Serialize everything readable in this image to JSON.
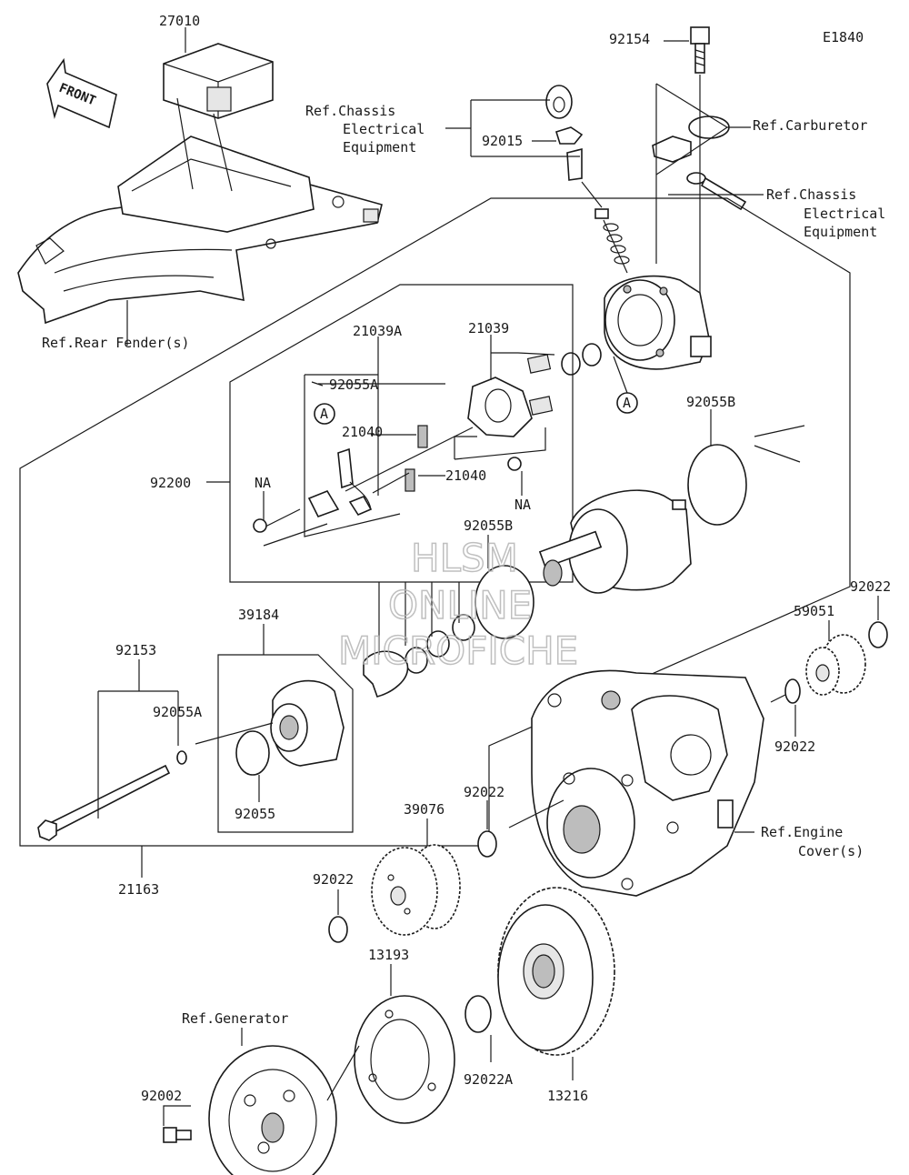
{
  "figure_code": "E1840",
  "front_label": "FRONT",
  "watermark": {
    "line1": "HLSM",
    "line2": "ONLINE",
    "line3": "MICROFICHE"
  },
  "callouts": {
    "p27010": "27010",
    "p92154": "92154",
    "ref_chassis_1": [
      "Ref.Chassis",
      "Electrical",
      "Equipment"
    ],
    "p92015": "92015",
    "ref_carburetor": "Ref.Carburetor",
    "ref_chassis_2": [
      "Ref.Chassis",
      "Electrical",
      "Equipment"
    ],
    "ref_rear_fender": "Ref.Rear Fender(s)",
    "p21039A": "21039A",
    "p21039": "21039",
    "p92055A_top": "92055A",
    "circle_a_1": "A",
    "circle_a_2": "A",
    "p21040_1": "21040",
    "p21040_2": "21040",
    "p92055B_top": "92055B",
    "p92200": "92200",
    "na_1": "NA",
    "na_2": "NA",
    "p92055B_mid": "92055B",
    "p92022_right": "92022",
    "p59051": "59051",
    "p39184": "39184",
    "p92153": "92153",
    "p92055A_left": "92055A",
    "p92022_mid": "92022",
    "p92055": "92055",
    "p92022_center": "92022",
    "p39076": "39076",
    "ref_engine_cover": [
      "Ref.Engine",
      "Cover(s)"
    ],
    "p21163": "21163",
    "p92022_low": "92022",
    "p13193": "13193",
    "ref_generator": "Ref.Generator",
    "p92022A": "92022A",
    "p13216": "13216",
    "p92002": "92002"
  }
}
